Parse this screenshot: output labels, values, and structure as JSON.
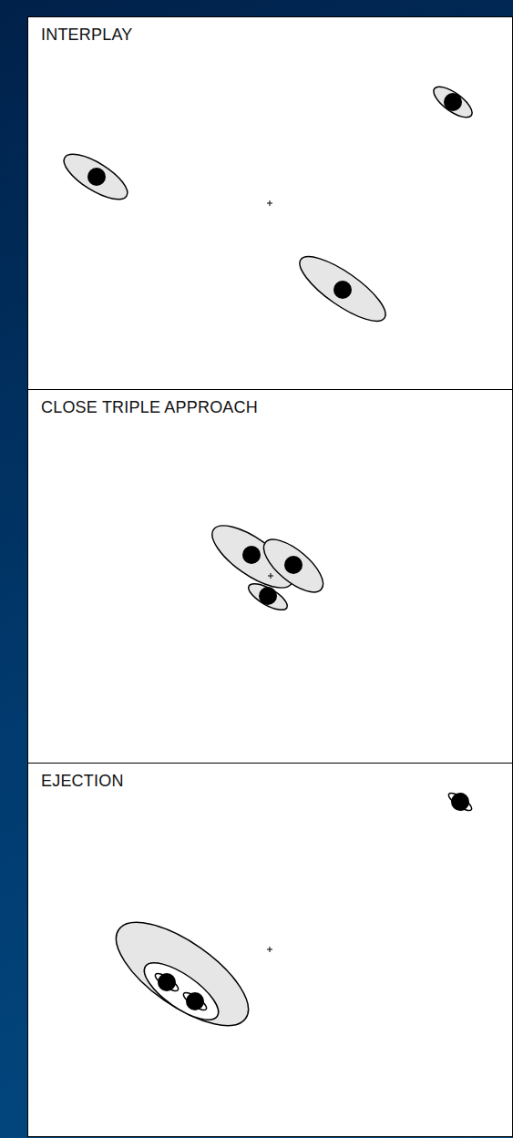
{
  "diagram": {
    "nodes": [
      {
        "text": [
          "INTERPLAY"
        ]
      },
      {
        "text": [
          "CLOSE TRIPLE APPROACH"
        ]
      },
      {
        "text": [
          "EJECTION"
        ]
      }
    ],
    "edges": []
  }
}
